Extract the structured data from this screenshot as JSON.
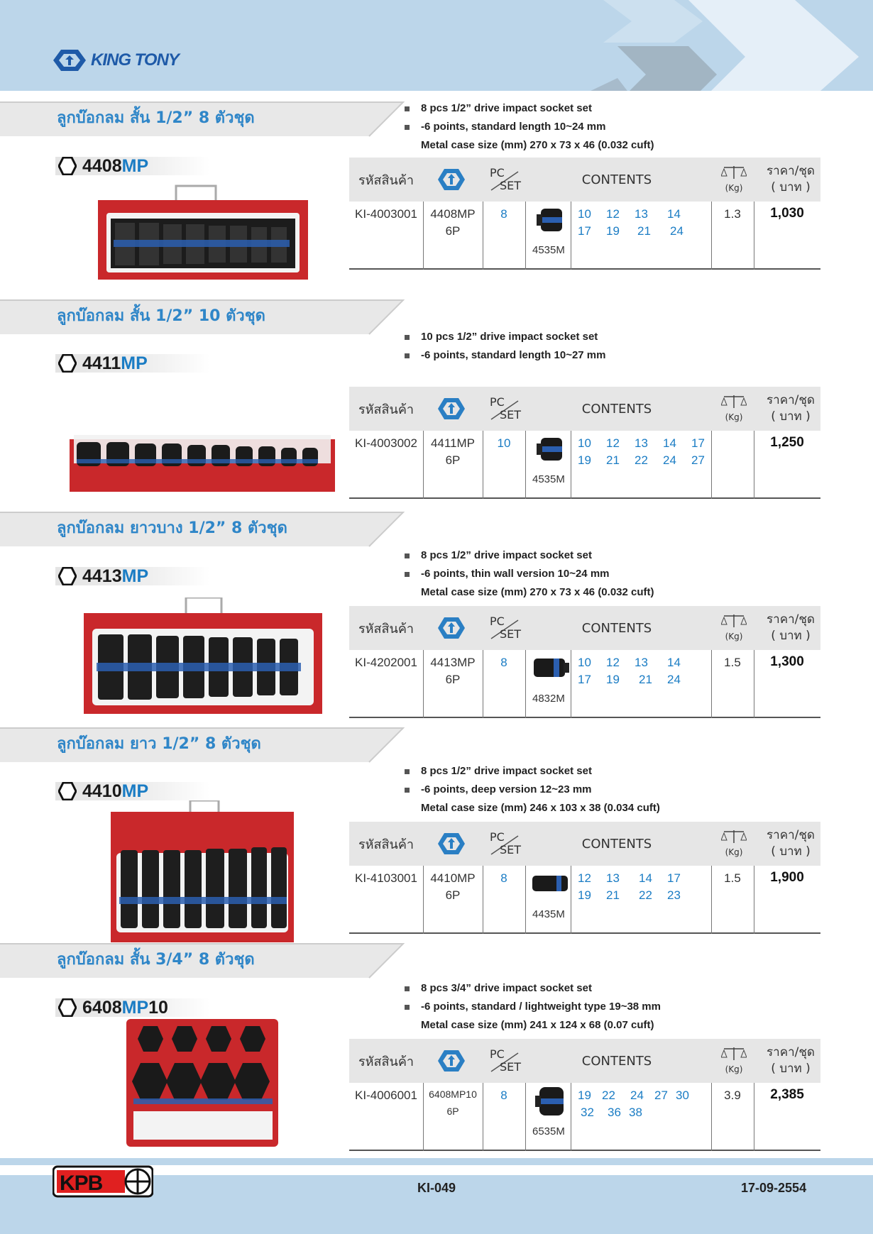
{
  "brand": {
    "name": "KING TONY",
    "color": "#1e5aa8"
  },
  "accent_blue": "#1a7cc4",
  "table_headers": {
    "code": "รหัสสินค้า",
    "pc": "PC",
    "set": "SET",
    "contents": "CONTENTS",
    "weight_unit": "(Kg)",
    "price_line1": "ราคา/ชุด",
    "price_line2": "( บาท )"
  },
  "sections": [
    {
      "title": "ลูกบ๊อกลม สั้น 1/2” 8 ตัวชุด",
      "model": {
        "num": "4408",
        "suffix": "MP",
        "tail": ""
      },
      "bullets": [
        "8 pcs 1/2” drive impact socket set",
        "-6 points, standard length   10~24 mm"
      ],
      "case": "Metal case size (mm)    270 x 73 x 46 (0.032 cuft)",
      "row": {
        "code": "KI-4003001",
        "model_line1": "4408MP",
        "model_line2": "6P",
        "pcs": "8",
        "socket": "4535M",
        "contents1": [
          "10",
          "12",
          "13",
          "14"
        ],
        "contents2": [
          "17",
          "19",
          "21",
          "24"
        ],
        "weight": "1.3",
        "price": "1,030"
      }
    },
    {
      "title": "ลูกบ๊อกลม สั้น 1/2” 10 ตัวชุด",
      "model": {
        "num": "4411",
        "suffix": "MP",
        "tail": ""
      },
      "bullets": [
        "10 pcs 1/2” drive impact socket set",
        "-6 points, standard length   10~27 mm"
      ],
      "case": "",
      "row": {
        "code": "KI-4003002",
        "model_line1": "4411MP",
        "model_line2": "6P",
        "pcs": "10",
        "socket": "4535M",
        "contents1": [
          "10",
          "12",
          "13",
          "14",
          "17"
        ],
        "contents2": [
          "19",
          "21",
          "22",
          "24",
          "27"
        ],
        "weight": "",
        "price": "1,250"
      }
    },
    {
      "title": "ลูกบ๊อกลม ยาวบาง 1/2” 8 ตัวชุด",
      "model": {
        "num": "4413",
        "suffix": "MP",
        "tail": ""
      },
      "bullets": [
        "8 pcs 1/2” drive impact socket set",
        "-6 points, thin wall version 10~24 mm"
      ],
      "case": "Metal case size (mm)   270 x 73 x 46 (0.032 cuft)",
      "row": {
        "code": "KI-4202001",
        "model_line1": "4413MP",
        "model_line2": "6P",
        "pcs": "8",
        "socket": "4832M",
        "contents1": [
          "10",
          "12",
          "13",
          "14"
        ],
        "contents2": [
          "17",
          "19",
          "21",
          "24"
        ],
        "weight": "1.5",
        "price": "1,300"
      }
    },
    {
      "title": "ลูกบ๊อกลม ยาว 1/2” 8 ตัวชุด",
      "model": {
        "num": "4410",
        "suffix": "MP",
        "tail": ""
      },
      "bullets": [
        "8 pcs 1/2” drive impact socket set",
        "-6 points, deep version    12~23 mm"
      ],
      "case": "Metal case size (mm)   246 x 103 x 38 (0.034 cuft)",
      "row": {
        "code": "KI-4103001",
        "model_line1": "4410MP",
        "model_line2": "6P",
        "pcs": "8",
        "socket": "4435M",
        "contents1": [
          "12",
          "13",
          "14",
          "17"
        ],
        "contents2": [
          "19",
          "21",
          "22",
          "23"
        ],
        "weight": "1.5",
        "price": "1,900"
      }
    },
    {
      "title": "ลูกบ๊อกลม สั้น 3/4” 8 ตัวชุด",
      "model": {
        "num": "6408",
        "suffix": "MP",
        "tail": "10"
      },
      "bullets": [
        "8 pcs 3/4” drive impact socket set",
        "-6 points, standard / lightweight type  19~38 mm"
      ],
      "case": "Metal case size (mm)   241 x 124 x 68 (0.07 cuft)",
      "row": {
        "code": "KI-4006001",
        "model_line1": "6408MP10",
        "model_line2": "6P",
        "pcs": "8",
        "socket": "6535M",
        "contents1": [
          "19",
          "22",
          "24",
          "27",
          "30"
        ],
        "contents2": [
          "32",
          "36",
          "38"
        ],
        "weight": "3.9",
        "price": "2,385"
      }
    }
  ],
  "footer": {
    "logo": "KPB",
    "page": "KI-049",
    "date": "17-09-2554"
  }
}
